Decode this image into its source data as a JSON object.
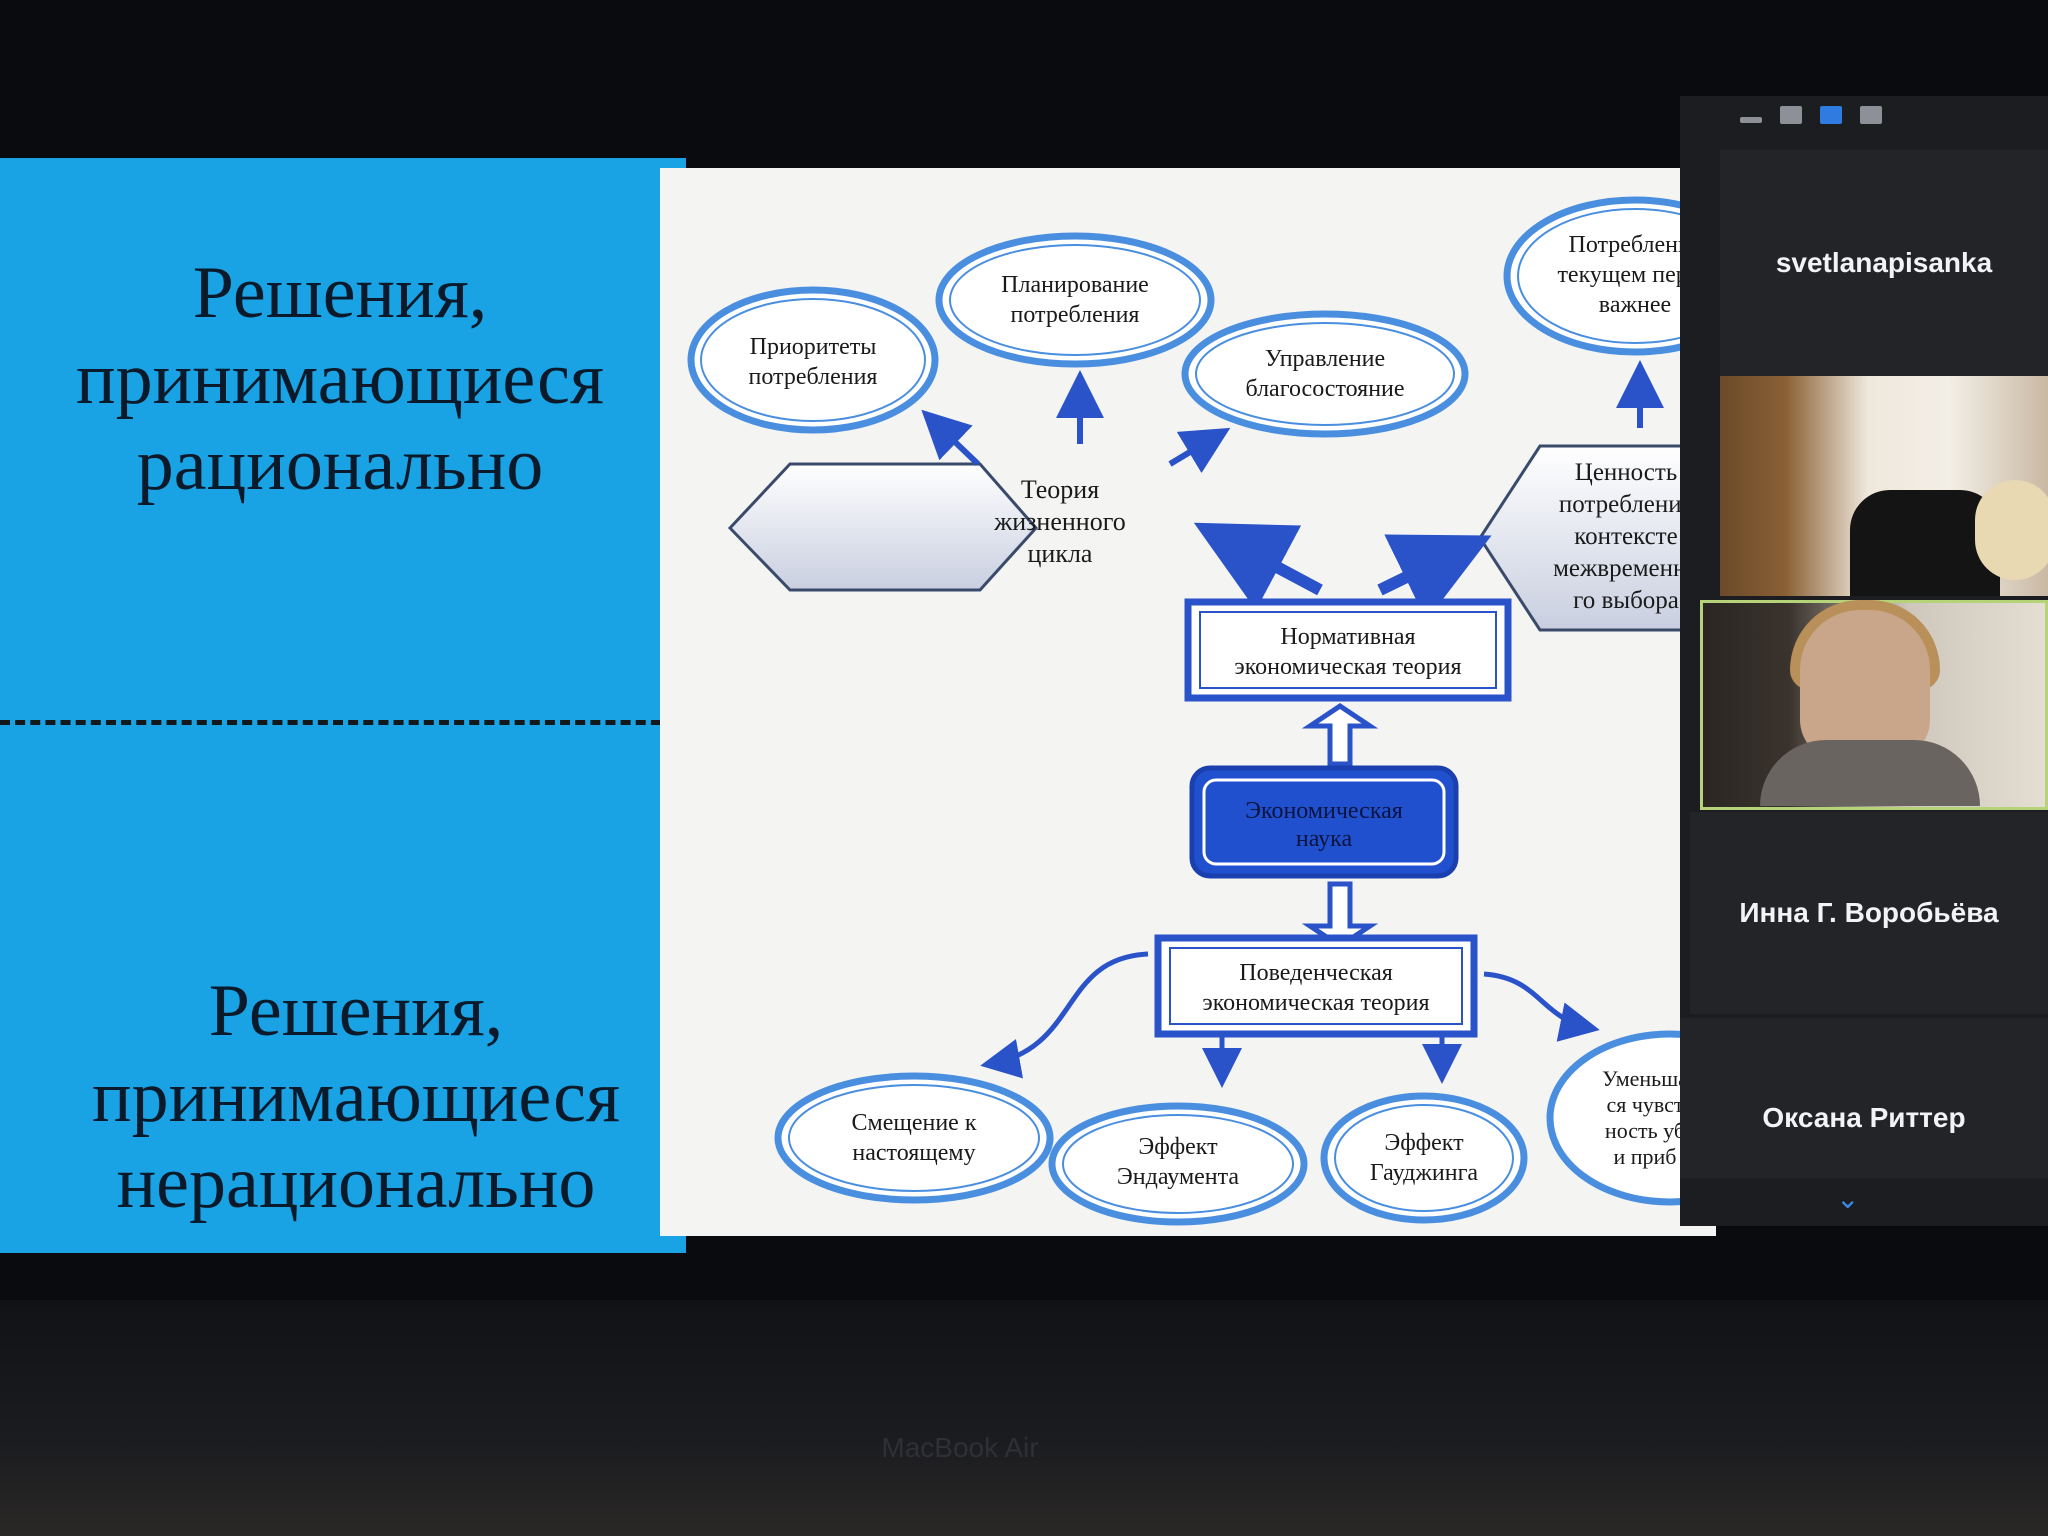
{
  "slide": {
    "heading_rational": [
      "Решения,",
      "принимающиеся",
      "рационально"
    ],
    "heading_irrational": [
      "Решения,",
      "принимающиеся",
      "нерационально"
    ],
    "diagram": {
      "priorities": [
        "Приоритеты",
        "потребления"
      ],
      "planning": [
        "Планирование",
        "потребления"
      ],
      "wealth": [
        "Управление",
        "благосостояние"
      ],
      "present": [
        "Потребление",
        "текущем перио",
        "важнее"
      ],
      "lifecycle": [
        "Теория",
        "жизненного",
        "цикла"
      ],
      "value": [
        "Ценность",
        "потребления",
        "контексте",
        "межвременно",
        "го выбора"
      ],
      "normative": [
        "Нормативная",
        "экономическая теория"
      ],
      "econ_science": [
        "Экономическая",
        "наука"
      ],
      "behavioral": [
        "Поведенческая",
        "экономическая теория"
      ],
      "present_bias": [
        "Смещение к",
        "настоящему"
      ],
      "endowment": [
        "Эффект",
        "Эндаумента"
      ],
      "gauding": [
        "Эффект",
        "Гауджинга"
      ],
      "diminish": [
        "Уменьша",
        "ся чувст",
        "ность уб",
        "и приб"
      ]
    }
  },
  "zoom": {
    "participants": [
      "svetlanapisanka",
      "Инна Г. Воробьёва",
      "Оксана Риттер"
    ],
    "colors": {
      "accent": "#2f7be0",
      "speaker_border": "#b7d37a"
    }
  },
  "device_label": "MacBook Air"
}
